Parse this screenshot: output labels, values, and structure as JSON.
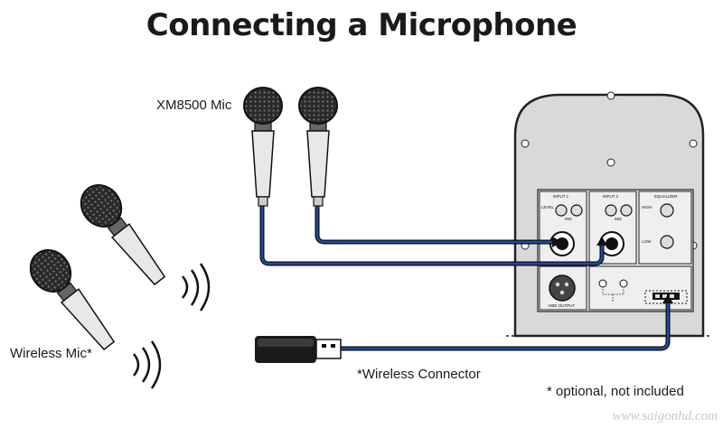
{
  "title": "Connecting a Microphone",
  "labels": {
    "wired_mic": "XM8500 Mic",
    "wireless_mic": "Wireless Mic*",
    "wireless_connector": "*Wireless Connector",
    "footnote": "* optional, not included"
  },
  "panel": {
    "input1": "INPUT 1",
    "input2": "INPUT 2",
    "equalizer": "EQUALIZER",
    "level": "LEVEL",
    "mix": "MIX",
    "high": "HIGH",
    "low": "LOW",
    "midi_output": "MIDI OUTPUT"
  },
  "watermark": "www.saigonhd.com",
  "colors": {
    "cable": "#1f4aa6",
    "panel": "#d7d7d7",
    "ink": "#111111"
  }
}
